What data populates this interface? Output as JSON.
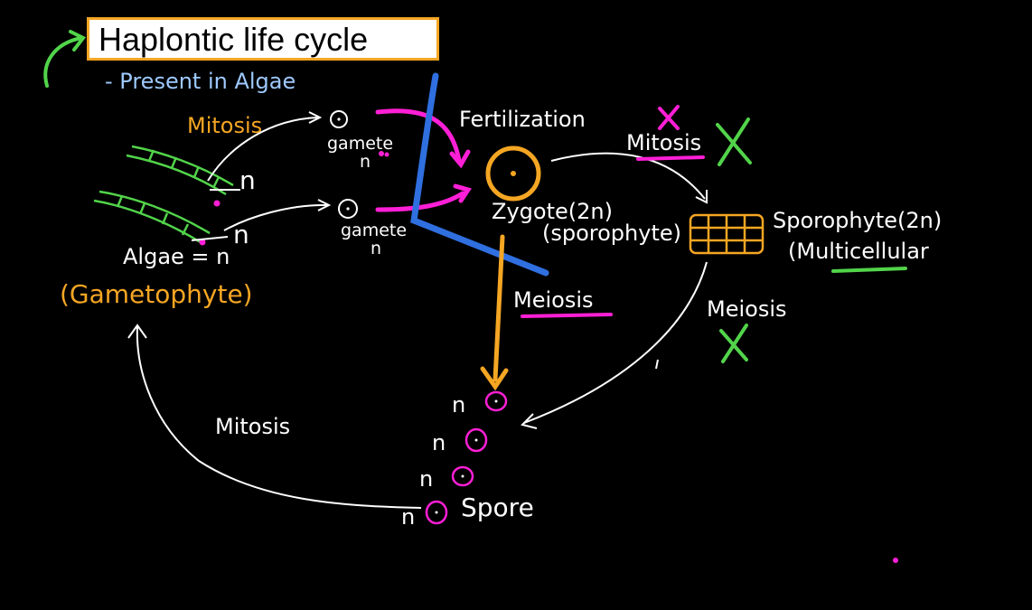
{
  "title": "Haplontic life cycle",
  "labels": {
    "present": "- Present in Algae",
    "mitosis_top": "Mitosis",
    "gamete_1": "gamete",
    "gamete_1_n": "n",
    "gamete_2": "gamete",
    "gamete_2_n": "n",
    "fertilization": "Fertilization",
    "mitosis_right": "Mitosis",
    "zygote": "Zygote(2n)",
    "zygote_sub": "(sporophyte)",
    "sporophyte": "Sporophyte(2n)",
    "sporophyte_sub": "(Multicellular",
    "meiosis_center": "Meiosis",
    "meiosis_right": "Meiosis",
    "algae_eq": "Algae = n",
    "gametophyte": "(Gametophyte)",
    "algae_n1": "n",
    "algae_n2": "n",
    "mitosis_bottom": "Mitosis",
    "spore": "Spore",
    "spore_n1": "n",
    "spore_n2": "n",
    "spore_n3": "n",
    "spore_n4": "n"
  },
  "colors": {
    "background": "#000000",
    "ink": "#ffffff",
    "title_border": "#f5a623",
    "orange": "#f5a623",
    "magenta": "#ff1fd6",
    "green": "#52d44a",
    "blue": "#2f6fe0",
    "light_blue": "#9ec9ff"
  }
}
